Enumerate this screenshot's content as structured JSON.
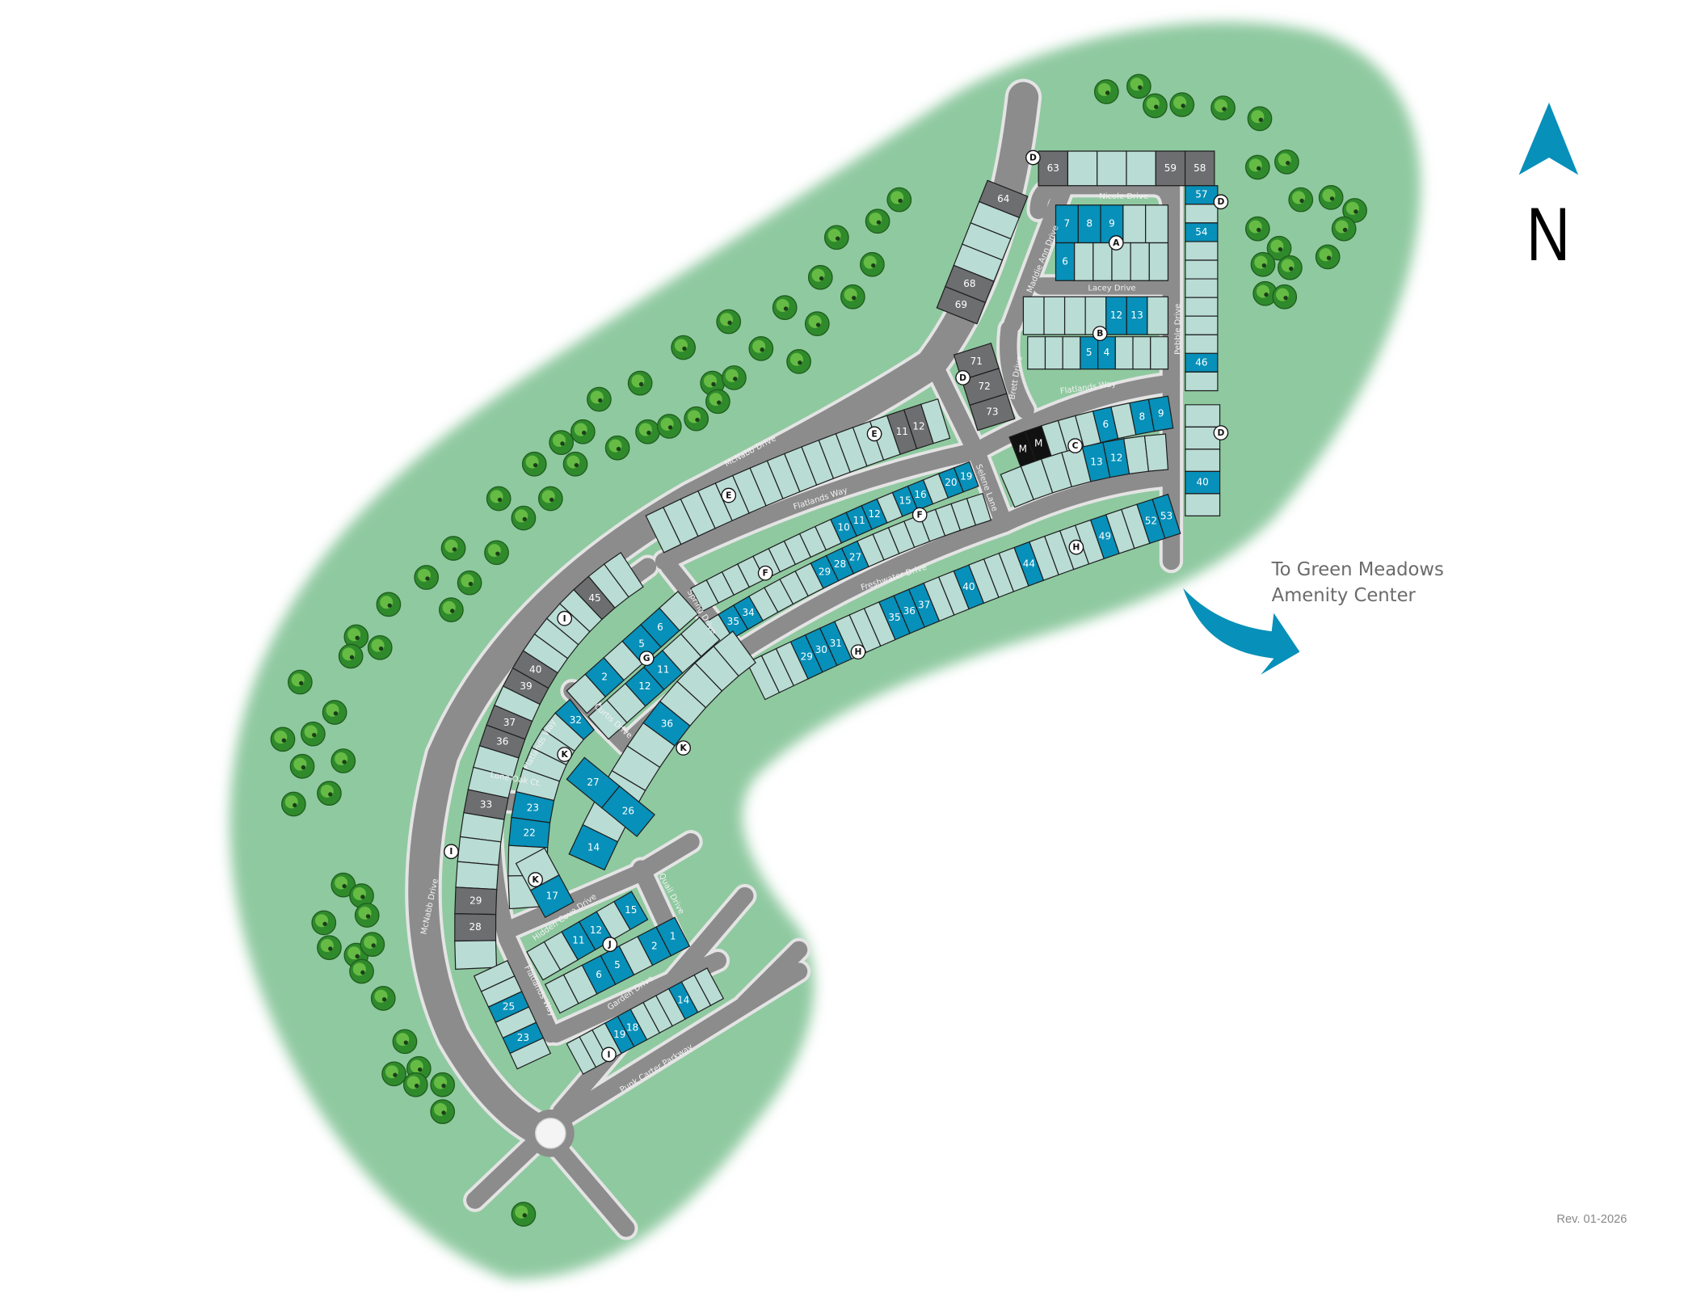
{
  "map": {
    "colors": {
      "available_blue": "#0790b9",
      "gray_lot": "#6d6e70",
      "model_black": "#111111",
      "standard_lot": "#b9dcd4",
      "green_space": "#8fc9a0",
      "road": "#8c8c8c",
      "accent": "#0790b9"
    },
    "icons": {
      "tree": "tree-icon",
      "north_arrow": "north-arrow-icon",
      "direction_arrow": "curved-arrow-icon",
      "roundabout": "roundabout-icon"
    },
    "lot_blocks": [
      {
        "id": "A1",
        "lots": [
          [
            "63",
            "gray"
          ],
          [
            "",
            "light"
          ],
          [
            "",
            "light"
          ],
          [
            "",
            "light"
          ],
          [
            "59",
            "gray"
          ],
          [
            "58",
            "gray"
          ]
        ]
      },
      {
        "id": "A2",
        "lots": [
          [
            "7",
            "blue"
          ],
          [
            "8",
            "blue"
          ],
          [
            "9",
            "blue"
          ],
          [
            "",
            "light"
          ],
          [
            "",
            "light"
          ]
        ]
      },
      {
        "id": "A3",
        "lots": [
          [
            "6",
            "blue"
          ],
          [
            "",
            "light"
          ],
          [
            "",
            "light"
          ],
          [
            "",
            "light"
          ],
          [
            "",
            "light"
          ],
          [
            "",
            "light"
          ]
        ]
      },
      {
        "id": "P1",
        "lots": [
          [
            "57",
            "blue"
          ],
          [
            "",
            "light"
          ],
          [
            "54",
            "blue"
          ],
          [
            "",
            "light"
          ],
          [
            "",
            "light"
          ],
          [
            "",
            "light"
          ],
          [
            "",
            "light"
          ],
          [
            "",
            "light"
          ],
          [
            "",
            "light"
          ],
          [
            "46",
            "blue"
          ],
          [
            "",
            "light"
          ]
        ]
      },
      {
        "id": "P2",
        "lots": [
          [
            "",
            "light"
          ],
          [
            "",
            "light"
          ],
          [
            "",
            "light"
          ],
          [
            "40",
            "blue"
          ],
          [
            "",
            "light"
          ]
        ]
      },
      {
        "id": "W1",
        "lots": [
          [
            "64",
            "gray"
          ],
          [
            "",
            "light"
          ],
          [
            "",
            "light"
          ],
          [
            "",
            "light"
          ],
          [
            "68",
            "gray"
          ],
          [
            "69",
            "gray"
          ]
        ]
      },
      {
        "id": "W2",
        "lots": [
          [
            "71",
            "gray"
          ],
          [
            "72",
            "gray"
          ],
          [
            "73",
            "gray"
          ]
        ]
      },
      {
        "id": "B1",
        "lots": [
          [
            "",
            "light"
          ],
          [
            "",
            "light"
          ],
          [
            "",
            "light"
          ],
          [
            "",
            "light"
          ],
          [
            "12",
            "blue"
          ],
          [
            "13",
            "blue"
          ],
          [
            "",
            "light"
          ]
        ]
      },
      {
        "id": "B2",
        "lots": [
          [
            "",
            "light"
          ],
          [
            "",
            "light"
          ],
          [
            "",
            "light"
          ],
          [
            "5",
            "blue"
          ],
          [
            "4",
            "blue"
          ],
          [
            "",
            "light"
          ],
          [
            "",
            "light"
          ],
          [
            "",
            "light"
          ]
        ]
      },
      {
        "id": "C1",
        "lots": [
          [
            "M",
            "black"
          ],
          [
            "M",
            "black"
          ],
          [
            "",
            "light"
          ],
          [
            "",
            "light"
          ],
          [
            "",
            "light"
          ],
          [
            "6",
            "blue"
          ],
          [
            "",
            "light"
          ],
          [
            "8",
            "blue"
          ],
          [
            "9",
            "blue"
          ]
        ]
      },
      {
        "id": "C2",
        "lots": [
          [
            "",
            "light"
          ],
          [
            "",
            "light"
          ],
          [
            "",
            "light"
          ],
          [
            "",
            "light"
          ],
          [
            "13",
            "blue"
          ],
          [
            "12",
            "blue"
          ],
          [
            "",
            "light"
          ],
          [
            "",
            "light"
          ]
        ]
      },
      {
        "id": "E1",
        "lots": [
          [
            "",
            "light"
          ],
          [
            "",
            "light"
          ],
          [
            "",
            "light"
          ],
          [
            "",
            "light"
          ],
          [
            "",
            "light"
          ],
          [
            "",
            "light"
          ],
          [
            "",
            "light"
          ],
          [
            "",
            "light"
          ],
          [
            "",
            "light"
          ],
          [
            "",
            "light"
          ],
          [
            "",
            "light"
          ],
          [
            "",
            "light"
          ],
          [
            "",
            "light"
          ],
          [
            "",
            "light"
          ],
          [
            "11",
            "gray"
          ],
          [
            "12",
            "gray"
          ],
          [
            "",
            "light"
          ]
        ]
      },
      {
        "id": "F1",
        "lots": [
          [
            "",
            "light"
          ],
          [
            "",
            "light"
          ],
          [
            "",
            "light"
          ],
          [
            "",
            "light"
          ],
          [
            "",
            "light"
          ],
          [
            "",
            "light"
          ],
          [
            "",
            "light"
          ],
          [
            "",
            "light"
          ],
          [
            "",
            "light"
          ],
          [
            "10",
            "blue"
          ],
          [
            "11",
            "blue"
          ],
          [
            "12",
            "blue"
          ],
          [
            "",
            "light"
          ],
          [
            "15",
            "blue"
          ],
          [
            "16",
            "blue"
          ],
          [
            "",
            "light"
          ],
          [
            "20",
            "blue"
          ],
          [
            "19",
            "blue"
          ]
        ]
      },
      {
        "id": "F2",
        "lots": [
          [
            "",
            "light"
          ],
          [
            "35",
            "blue"
          ],
          [
            "34",
            "blue"
          ],
          [
            "",
            "light"
          ],
          [
            "",
            "light"
          ],
          [
            "",
            "light"
          ],
          [
            "",
            "light"
          ],
          [
            "29",
            "blue"
          ],
          [
            "28",
            "blue"
          ],
          [
            "27",
            "blue"
          ],
          [
            "",
            "light"
          ],
          [
            "",
            "light"
          ],
          [
            "",
            "light"
          ],
          [
            "",
            "light"
          ],
          [
            "",
            "light"
          ],
          [
            "",
            "light"
          ],
          [
            "",
            "light"
          ],
          [
            "",
            "light"
          ]
        ]
      },
      {
        "id": "H1",
        "lots": [
          [
            "",
            "light"
          ],
          [
            "",
            "light"
          ],
          [
            "",
            "light"
          ],
          [
            "29",
            "blue"
          ],
          [
            "30",
            "blue"
          ],
          [
            "31",
            "blue"
          ],
          [
            "",
            "light"
          ],
          [
            "",
            "light"
          ],
          [
            "",
            "light"
          ],
          [
            "35",
            "blue"
          ],
          [
            "36",
            "blue"
          ],
          [
            "37",
            "blue"
          ],
          [
            "",
            "light"
          ],
          [
            "",
            "light"
          ],
          [
            "40",
            "blue"
          ],
          [
            "",
            "light"
          ],
          [
            "",
            "light"
          ],
          [
            "",
            "light"
          ],
          [
            "44",
            "blue"
          ],
          [
            "",
            "light"
          ],
          [
            "",
            "light"
          ],
          [
            "",
            "light"
          ],
          [
            "",
            "light"
          ],
          [
            "49",
            "blue"
          ],
          [
            "",
            "light"
          ],
          [
            "",
            "light"
          ],
          [
            "52",
            "blue"
          ],
          [
            "53",
            "blue"
          ]
        ]
      },
      {
        "id": "G1",
        "lots": [
          [
            "",
            "light"
          ],
          [
            "2",
            "blue"
          ],
          [
            "",
            "light"
          ],
          [
            "5",
            "blue"
          ],
          [
            "6",
            "blue"
          ],
          [
            "",
            "light"
          ]
        ]
      },
      {
        "id": "G2",
        "lots": [
          [
            "",
            "light"
          ],
          [
            "",
            "light"
          ],
          [
            "12",
            "blue"
          ],
          [
            "11",
            "blue"
          ],
          [
            "",
            "light"
          ],
          [
            "",
            "light"
          ]
        ]
      },
      {
        "id": "I1",
        "lots": [
          [
            "",
            "light"
          ],
          [
            "",
            "light"
          ],
          [
            "45",
            "gray"
          ],
          [
            "",
            "light"
          ],
          [
            "",
            "light"
          ],
          [
            "",
            "light"
          ],
          [
            "",
            "light"
          ],
          [
            "40",
            "gray"
          ],
          [
            "39",
            "gray"
          ],
          [
            "",
            "light"
          ],
          [
            "37",
            "gray"
          ],
          [
            "36",
            "gray"
          ],
          [
            "",
            "light"
          ],
          [
            "",
            "light"
          ],
          [
            "33",
            "gray"
          ],
          [
            "",
            "light"
          ],
          [
            "",
            "light"
          ],
          [
            "",
            "light"
          ],
          [
            "29",
            "gray"
          ],
          [
            "28",
            "gray"
          ],
          [
            "",
            "light"
          ]
        ]
      },
      {
        "id": "K1",
        "lots": [
          [
            "32",
            "blue"
          ],
          [
            "",
            "light"
          ],
          [
            "",
            "light"
          ],
          [
            "",
            "light"
          ],
          [
            "",
            "light"
          ],
          [
            "23",
            "blue"
          ],
          [
            "22",
            "blue"
          ],
          [
            "",
            "light"
          ],
          [
            "",
            "light"
          ]
        ]
      },
      {
        "id": "K2",
        "lots": [
          [
            "",
            "light"
          ],
          [
            "",
            "light"
          ],
          [
            "",
            "light"
          ],
          [
            "",
            "light"
          ],
          [
            "36",
            "blue"
          ],
          [
            "",
            "light"
          ],
          [
            "",
            "light"
          ],
          [
            "",
            "light"
          ],
          [
            "",
            "light"
          ],
          [
            "14",
            "blue"
          ]
        ]
      },
      {
        "id": "K3",
        "lots": [
          [
            "27",
            "blue"
          ],
          [
            "26",
            "blue"
          ]
        ]
      },
      {
        "id": "N1",
        "lots": [
          [
            "",
            "light"
          ],
          [
            "17",
            "blue"
          ]
        ]
      },
      {
        "id": "J1",
        "lots": [
          [
            "",
            "light"
          ],
          [
            "",
            "light"
          ],
          [
            "11",
            "blue"
          ],
          [
            "12",
            "blue"
          ],
          [
            "",
            "light"
          ],
          [
            "15",
            "blue"
          ]
        ]
      },
      {
        "id": "J2",
        "lots": [
          [
            "",
            "light"
          ],
          [
            "",
            "light"
          ],
          [
            "6",
            "blue"
          ],
          [
            "5",
            "blue"
          ],
          [
            "",
            "light"
          ],
          [
            "2",
            "blue"
          ],
          [
            "1",
            "blue"
          ]
        ]
      },
      {
        "id": "L1",
        "lots": [
          [
            "",
            "light"
          ],
          [
            "",
            "light"
          ],
          [
            "",
            "light"
          ],
          [
            "19",
            "blue"
          ],
          [
            "18",
            "blue"
          ],
          [
            "",
            "light"
          ],
          [
            "",
            "light"
          ],
          [
            "",
            "light"
          ],
          [
            "14",
            "blue"
          ],
          [
            "",
            "light"
          ],
          [
            "",
            "light"
          ]
        ]
      },
      {
        "id": "M1",
        "lots": [
          [
            "",
            "light"
          ],
          [
            "",
            "light"
          ],
          [
            "25",
            "blue"
          ],
          [
            "",
            "light"
          ],
          [
            "23",
            "blue"
          ],
          [
            "",
            "light"
          ]
        ]
      }
    ],
    "markers": [
      "D",
      "A",
      "D",
      "B",
      "D",
      "C",
      "D",
      "E",
      "E",
      "F",
      "F",
      "H",
      "H",
      "I",
      "G",
      "K",
      "K",
      "I",
      "K",
      "J",
      "I"
    ],
    "streets": [
      "McNabb Drive",
      "McNabb Drive",
      "Flatlands Way",
      "Flatlands Way",
      "Flatlands Way",
      "Flatlands Way",
      "Nicole Drive",
      "Maddie Ann Drive",
      "Lacey Drive",
      "Brett Drive",
      "Pebble Drive",
      "Selene Lane",
      "Spring Drive",
      "Curtis Drive",
      "Freshwater Drive",
      "Lone Oak Ct.",
      "Hidden Cove Drive",
      "Quail Drive",
      "Garden Drive",
      "Punk Carter Parkway"
    ],
    "callout": {
      "line1": "To Green Meadows",
      "line2": "Amenity Center"
    },
    "north_label": "N",
    "revision": "Rev. 01-2026"
  }
}
